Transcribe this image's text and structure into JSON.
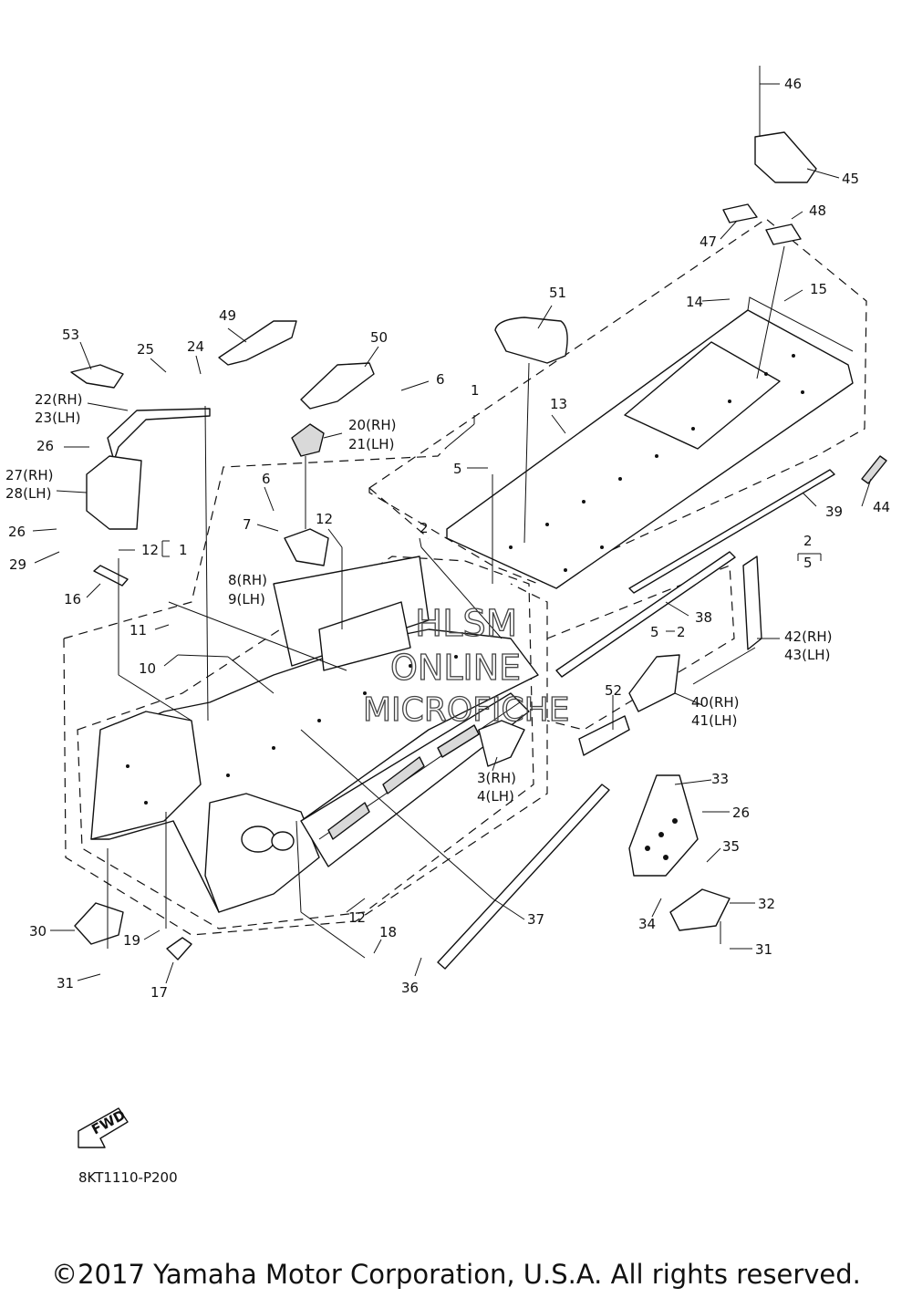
{
  "diagram": {
    "part_code": "8KT1110-P200",
    "copyright": "©2017 Yamaha Motor Corporation, U.S.A. All rights reserved.",
    "fwd_label": "FWD",
    "watermark": [
      "HLSM",
      "ONLINE",
      "MICROFICHE"
    ],
    "callouts": {
      "c46": "46",
      "c45": "45",
      "c47": "47",
      "c48": "48",
      "c14": "14",
      "c15": "15",
      "c51": "51",
      "c49": "49",
      "c50": "50",
      "c53": "53",
      "c25": "25",
      "c24": "24",
      "c6a": "6",
      "c1a": "1",
      "c13": "13",
      "c22": "22(RH)",
      "c23": "23(LH)",
      "c20": "20(RH)",
      "c21": "21(LH)",
      "c26a": "26",
      "c5a": "5",
      "c44": "44",
      "c27": "27(RH)",
      "c28": "28(LH)",
      "c6b": "6",
      "c39": "39",
      "c26b": "26",
      "c7": "7",
      "c12a": "12",
      "c2a": "2",
      "c29": "29",
      "c12b": "12",
      "c1b": "1",
      "c2b": "2",
      "c5b": "5",
      "c8": "8(RH)",
      "c9": "9(LH)",
      "c16": "16",
      "c38": "38",
      "c11": "11",
      "c42": "42(RH)",
      "c43": "43(LH)",
      "c5c": "5",
      "c2c": "2",
      "c10": "10",
      "c52": "52",
      "c40": "40(RH)",
      "c41": "41(LH)",
      "c33": "33",
      "c3": "3(RH)",
      "c4": "4(LH)",
      "c26c": "26",
      "c35": "35",
      "c32": "32",
      "c12c": "12",
      "c37": "37",
      "c34": "34",
      "c30": "30",
      "c18": "18",
      "c31a": "31",
      "c19": "19",
      "c36": "36",
      "c31b": "31",
      "c17": "17"
    }
  }
}
